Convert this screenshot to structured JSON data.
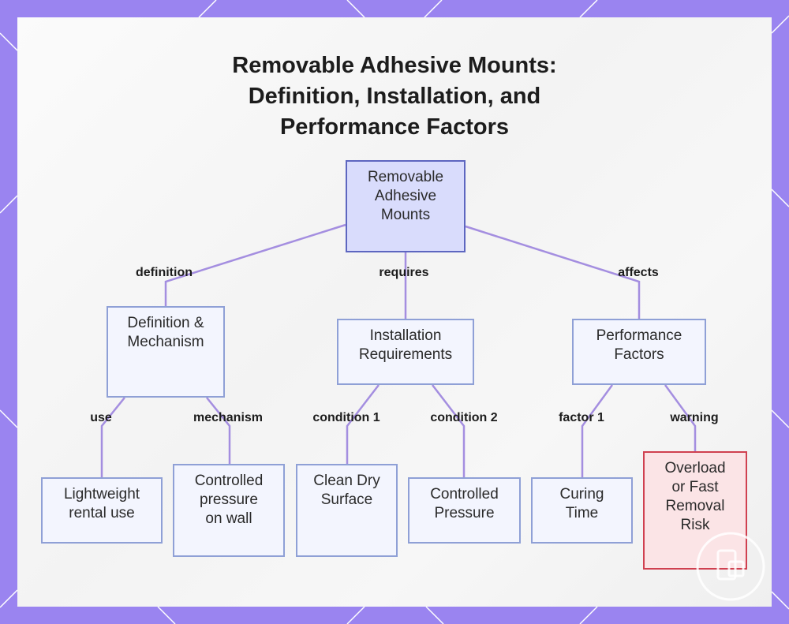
{
  "title_lines": [
    "Removable Adhesive Mounts:",
    "Definition, Installation, and",
    "Performance Factors"
  ],
  "nodes": {
    "root": [
      "Removable",
      "Adhesive",
      "Mounts"
    ],
    "definition": [
      "Definition &",
      "Mechanism"
    ],
    "installation": [
      "Installation",
      "Requirements"
    ],
    "performance": [
      "Performance",
      "Factors"
    ],
    "lightweight": [
      "Lightweight",
      "rental use"
    ],
    "controlled_wall": [
      "Controlled",
      "pressure",
      "on wall"
    ],
    "clean_surface": [
      "Clean Dry",
      "Surface"
    ],
    "controlled_pressure": [
      "Controlled",
      "Pressure"
    ],
    "curing": [
      "Curing",
      "Time"
    ],
    "overload": [
      "Overload",
      "or Fast",
      "Removal",
      "Risk"
    ]
  },
  "edge_labels": {
    "definition": "definition",
    "requires": "requires",
    "affects": "affects",
    "use": "use",
    "mechanism": "mechanism",
    "condition1": "condition 1",
    "condition2": "condition 2",
    "factor1": "factor 1",
    "warning": "warning"
  },
  "colors": {
    "frame": "#9a84f0",
    "edge": "#a48ee0",
    "root_fill": "#d9dcfc",
    "node_fill": "#f3f5fe",
    "warning_border": "#d04050"
  }
}
